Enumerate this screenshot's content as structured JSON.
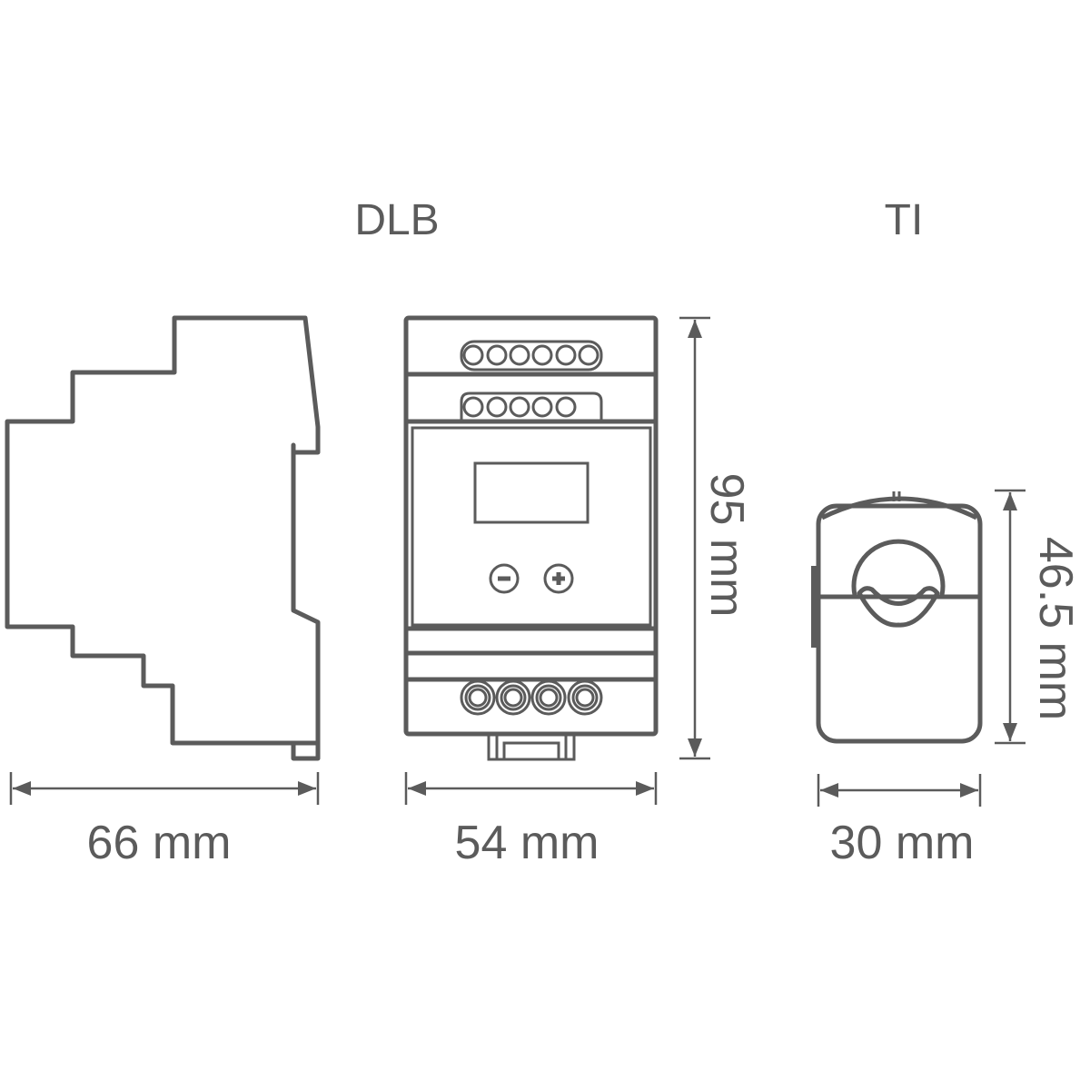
{
  "titles": {
    "dlb": "DLB",
    "ti": "TI"
  },
  "dimensions": {
    "dlb_depth": "66 mm",
    "dlb_width": "54 mm",
    "dlb_height": "95 mm",
    "ti_width": "30 mm",
    "ti_height": "46.5 mm"
  },
  "colors": {
    "stroke": "#5b5b5b"
  }
}
